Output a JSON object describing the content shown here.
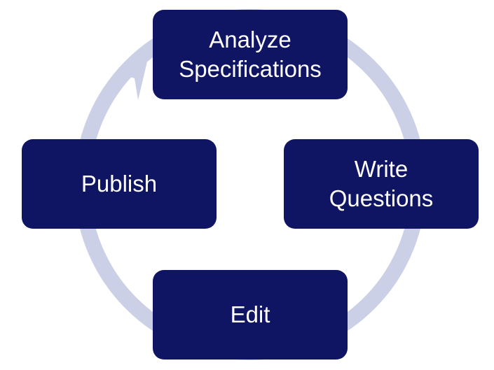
{
  "diagram": {
    "type": "cycle",
    "steps": [
      {
        "id": "analyze",
        "label": "Analyze\nSpecifications"
      },
      {
        "id": "write",
        "label": "Write\nQuestions"
      },
      {
        "id": "edit",
        "label": "Edit"
      },
      {
        "id": "publish",
        "label": "Publish"
      }
    ],
    "box_color": "#0f1463",
    "text_color": "#ffffff",
    "ring_color": "#ccd0e6"
  }
}
